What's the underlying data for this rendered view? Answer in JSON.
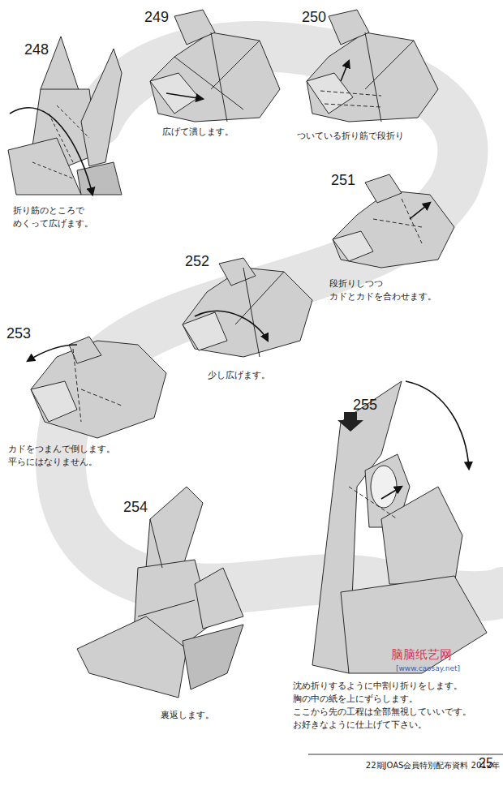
{
  "diagram": {
    "labels": [
      "248",
      "折り筋のところで めくって広げます。",
      "249",
      "広げて潰します。",
      "250",
      "ついている折り筋で段折り",
      "251",
      "段折りしつつ カドとカドを合わせます。",
      "252",
      "少し広げます。",
      "253",
      "カドをつまんで倒します。 平らにはなりません。",
      "254",
      "裏返します。",
      "255",
      "沈め折りするように中割り折りをします。 胸の中の紙を上にずらします。 ここから先の工程は全部無視していいです。 お好きなように仕上げて下さい。",
      "脑脑纸艺网",
      "[www.caosay.net]",
      "22期JOAS会員特別配布資料 2012年",
      "25"
    ]
  }
}
